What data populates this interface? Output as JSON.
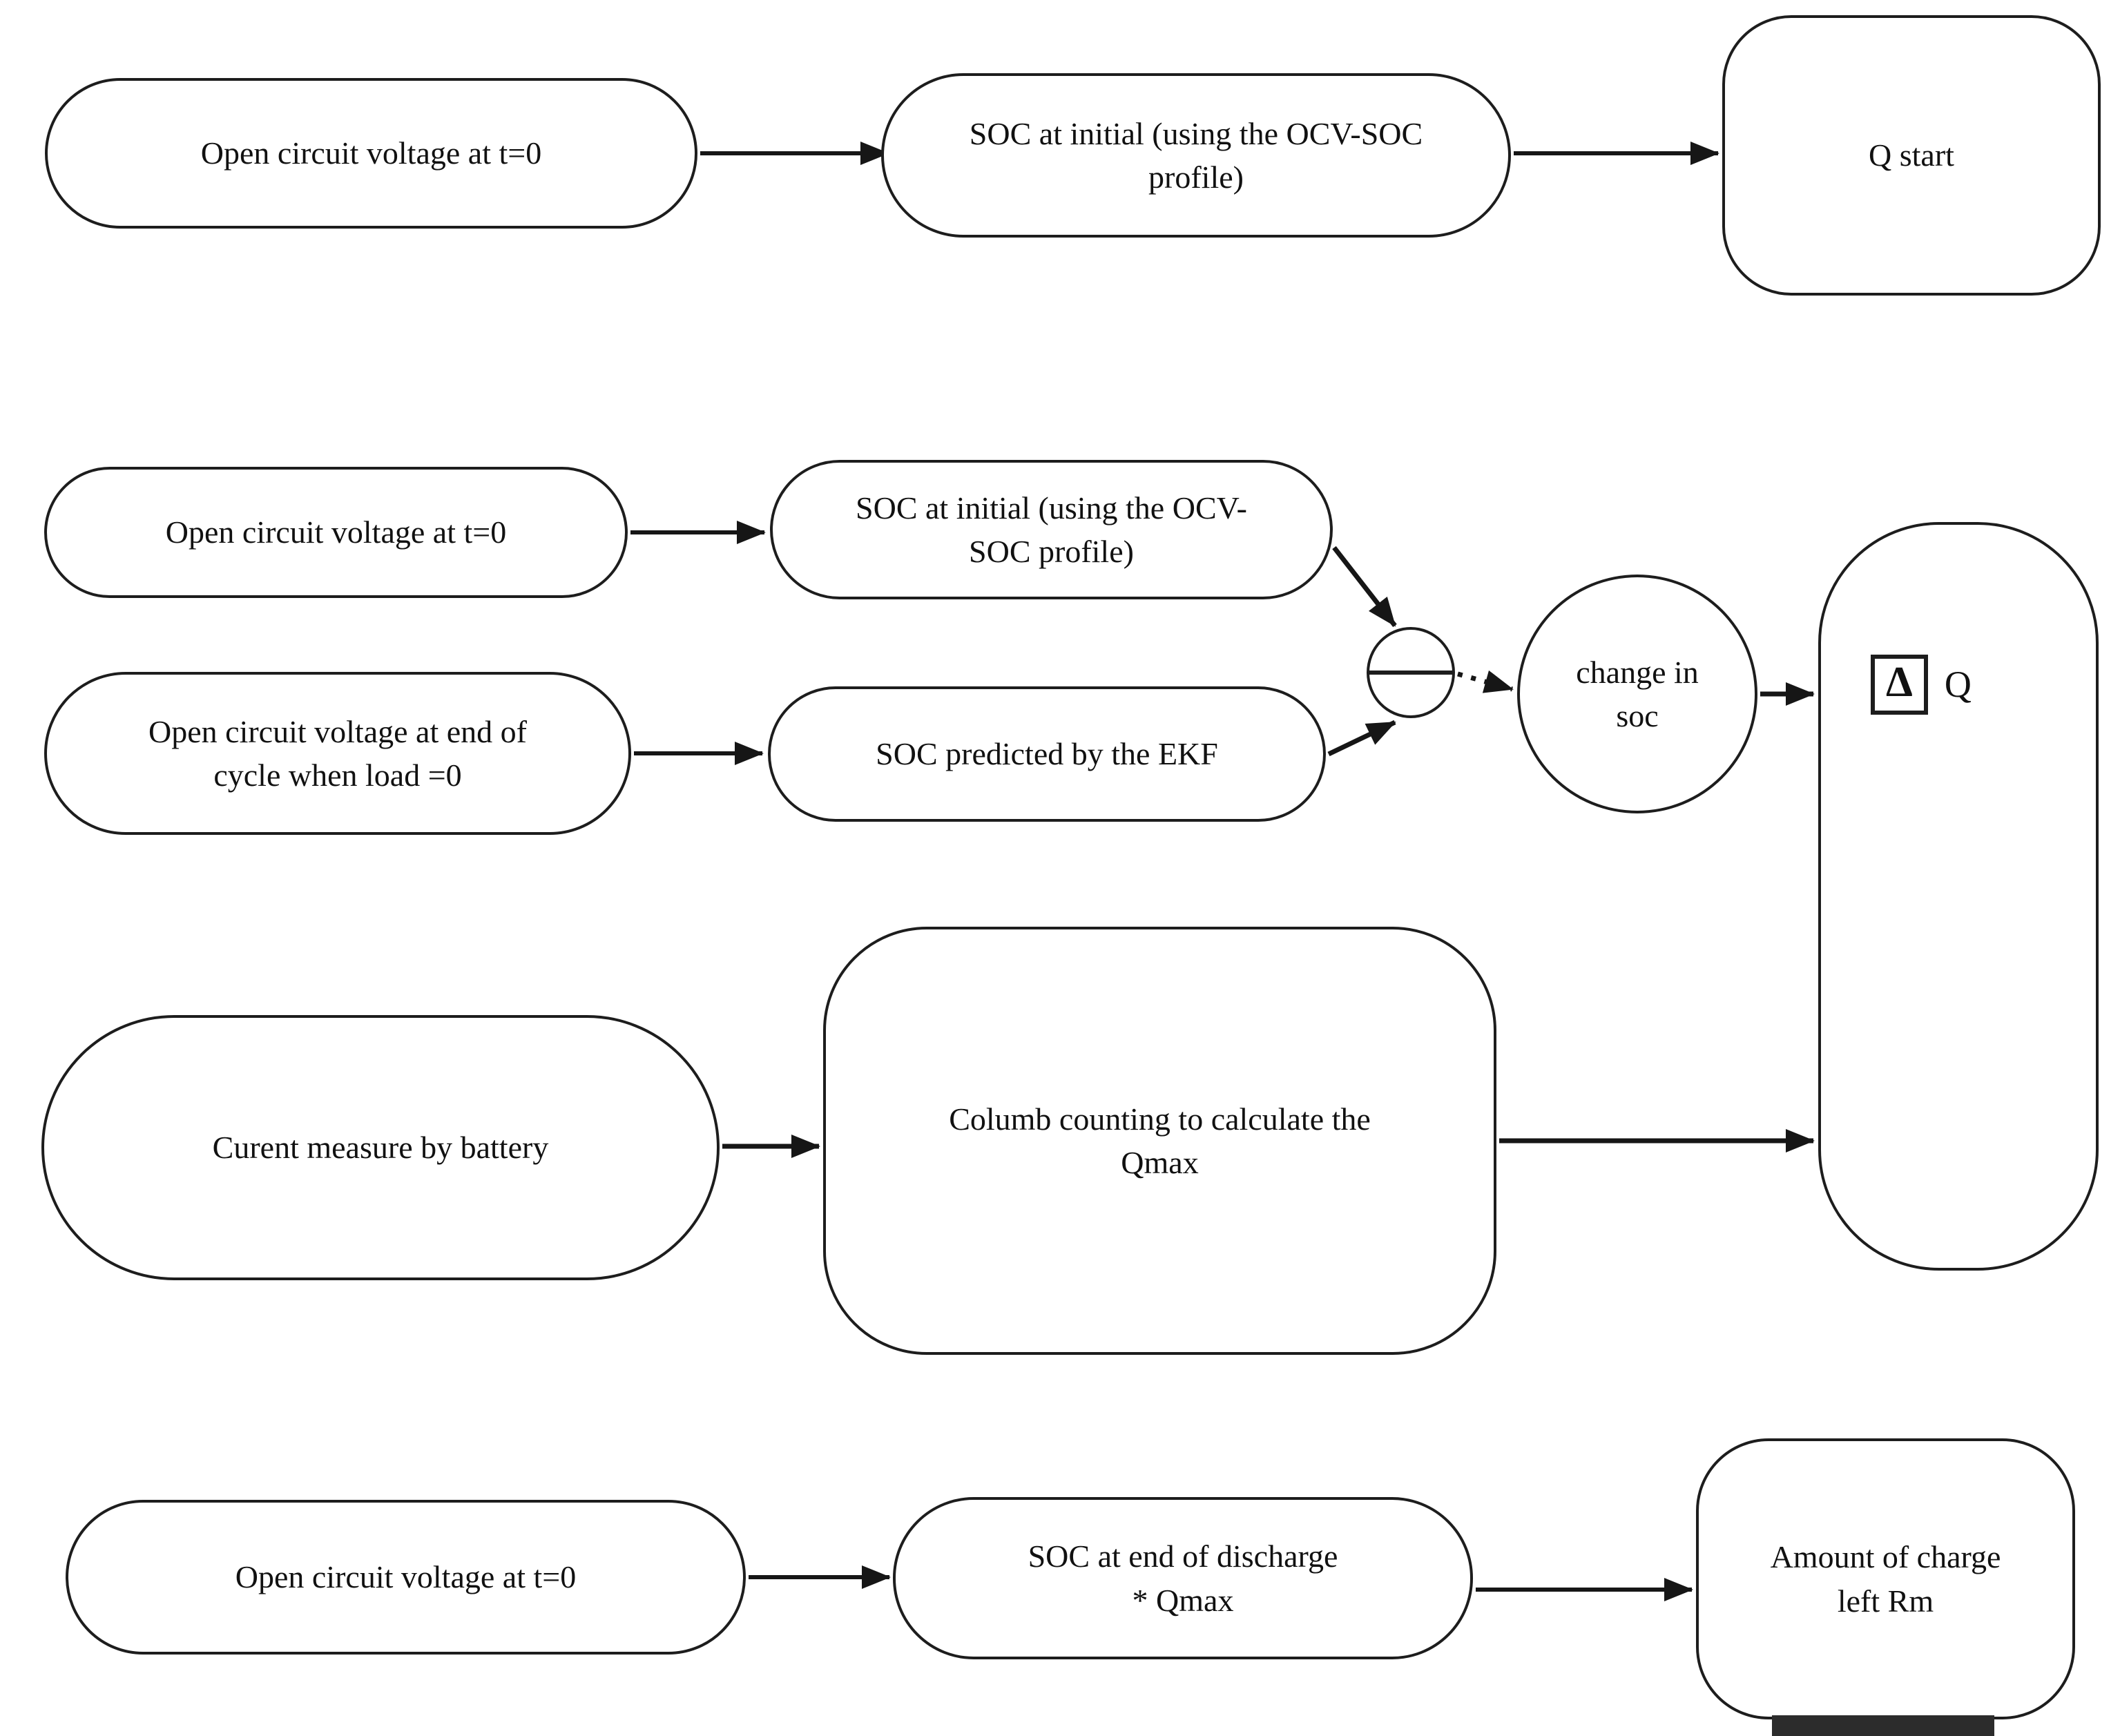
{
  "diagram_type": "flowchart",
  "colors": {
    "stroke": "#1d1d1d",
    "text": "#111111",
    "background": "#ffffff"
  },
  "nodes": {
    "row1_ocv": {
      "label": "Open circuit voltage at t=0"
    },
    "row1_soc_initial": {
      "label": "SOC at initial (using the OCV-SOC\nprofile)"
    },
    "row1_q_start": {
      "label": "Q start"
    },
    "row2_ocv": {
      "label": "Open circuit voltage at t=0"
    },
    "row2_soc_initial": {
      "label": "SOC at initial (using the OCV-\nSOC profile)"
    },
    "row3_ocv_end": {
      "label": "Open circuit voltage at end of\ncycle when load =0"
    },
    "row3_soc_ekf": {
      "label": "SOC predicted by the EKF"
    },
    "change_in_soc": {
      "label": "change in\nsoc"
    },
    "delta_q": {
      "delta_symbol": "Δ",
      "q_label": "Q"
    },
    "row4_current": {
      "label": "Curent measure by battery"
    },
    "row4_coulomb": {
      "label": "Columb counting to calculate the\nQmax"
    },
    "row5_ocv": {
      "label": "Open circuit voltage at t=0"
    },
    "row5_soc_discharge": {
      "label": "SOC at end of discharge\n* Qmax"
    },
    "row5_amount_left": {
      "label": "Amount of charge\nleft Rm"
    }
  }
}
